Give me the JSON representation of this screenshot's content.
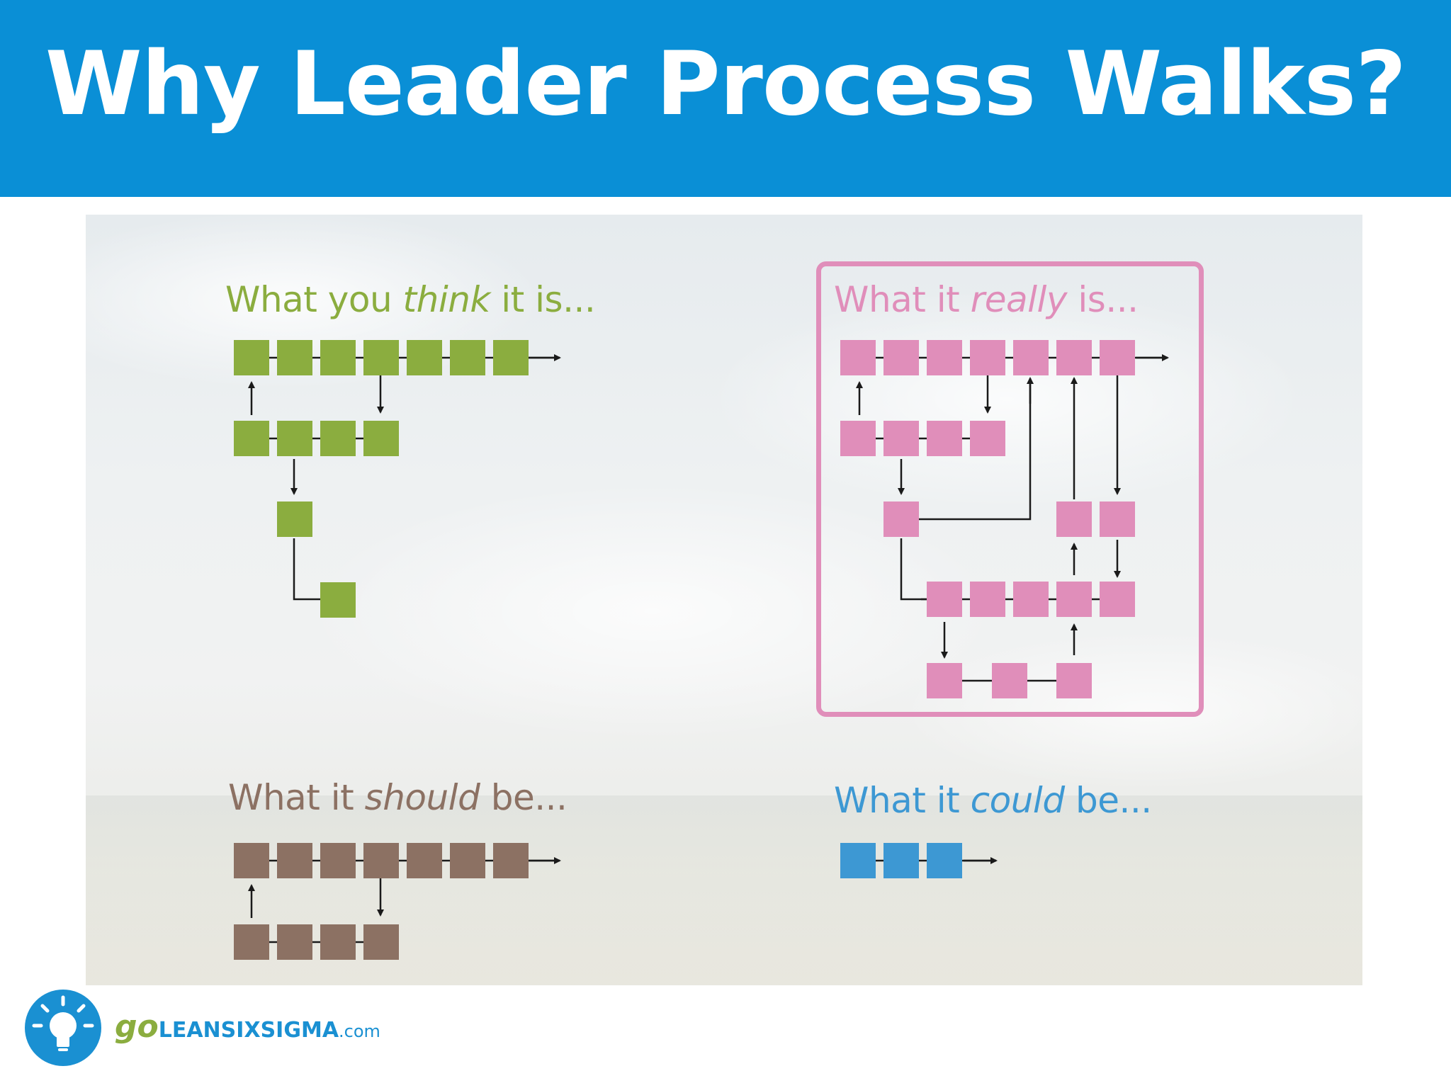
{
  "title": "Why Leader Process Walks?",
  "quadrants": {
    "think": {
      "pre": "What you ",
      "em": "think",
      "post": " it is...",
      "color": "#8bad3f"
    },
    "really": {
      "pre": "What it ",
      "em": "really",
      "post": " is...",
      "color": "#e08eba"
    },
    "should": {
      "pre": "What it ",
      "em": "should",
      "post": " be...",
      "color": "#8c7163"
    },
    "could": {
      "pre": "What it ",
      "em": "could",
      "post": " be...",
      "color": "#3d98d3"
    }
  },
  "logo": {
    "go": "go",
    "name": "LEANSIXSIGMA",
    "domain": ".com",
    "icon": "lightbulb-icon"
  },
  "colors": {
    "banner": "#0a8fd6",
    "green": "#8bad3f",
    "pink": "#e08eba",
    "brown": "#8c7163",
    "blue": "#3d98d3"
  }
}
